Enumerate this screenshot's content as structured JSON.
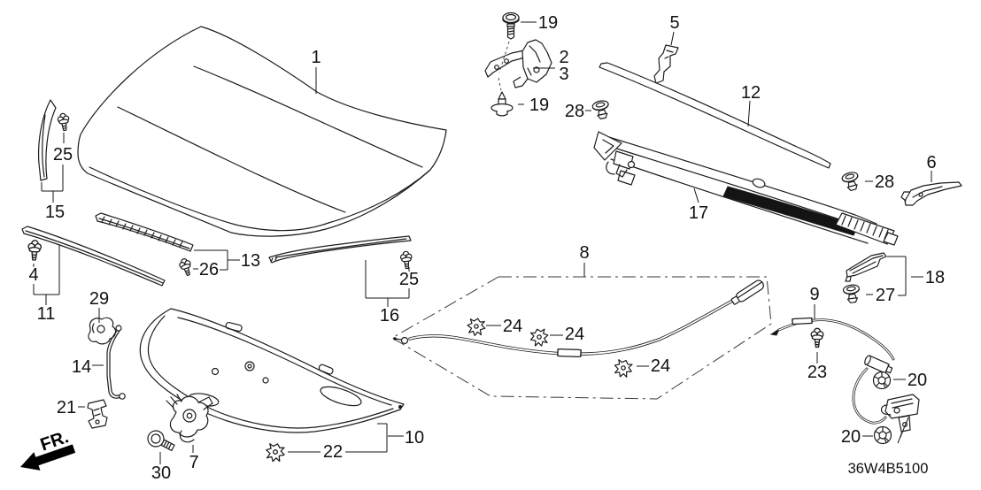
{
  "diagram": {
    "code": "36W4B5100",
    "front_label": "FR.",
    "callouts": {
      "c1": "1",
      "c2": "2",
      "c3": "3",
      "c4": "4",
      "c5": "5",
      "c6": "6",
      "c7": "7",
      "c8": "8",
      "c9": "9",
      "c10": "10",
      "c11": "11",
      "c12": "12",
      "c13": "13",
      "c14": "14",
      "c15": "15",
      "c16": "16",
      "c17": "17",
      "c18": "18",
      "c19a": "19",
      "c19b": "19",
      "c20a": "20",
      "c20b": "20",
      "c21": "21",
      "c22": "22",
      "c23": "23",
      "c24a": "24",
      "c24b": "24",
      "c24c": "24",
      "c25a": "25",
      "c25b": "25",
      "c26": "26",
      "c27": "27",
      "c28a": "28",
      "c28b": "28",
      "c29": "29",
      "c30": "30"
    }
  }
}
